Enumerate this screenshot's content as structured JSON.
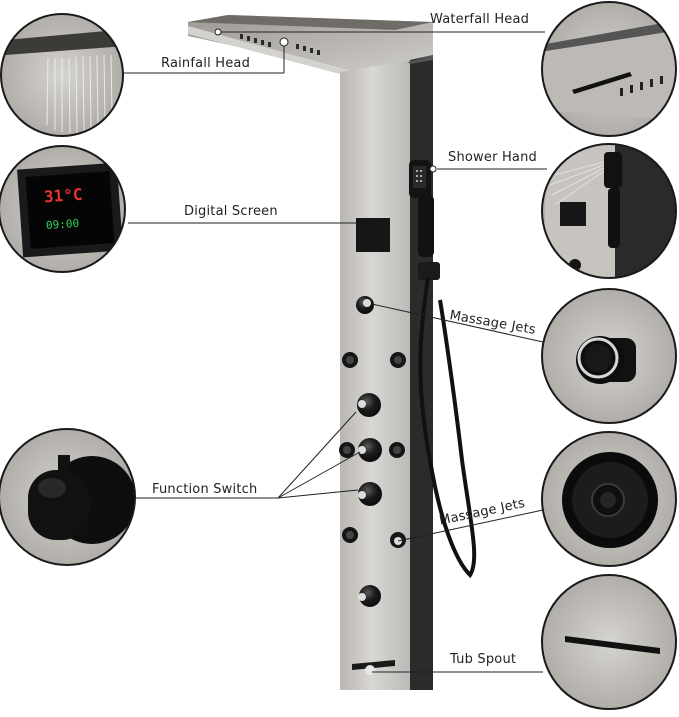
{
  "labels": {
    "waterfall_head": "Waterfall Head",
    "rainfall_head": "Rainfall Head",
    "shower_hand": "Shower Hand",
    "digital_screen": "Digital Screen",
    "massage_jets_upper": "Massage Jets",
    "function_switch": "Function Switch",
    "massage_jets_lower": "Massage Jets",
    "tub_spout": "Tub Spout"
  },
  "screen_display": {
    "temperature": "31°C",
    "time": "09:00"
  },
  "colors": {
    "panel_steel": "#c9c7c3",
    "panel_edge": "#2b2b2b",
    "knob_black": "#151515",
    "callout_ring": "#1a1a1a",
    "line": "#222222",
    "screen_red": "#e8332e",
    "screen_green": "#2fd35b"
  }
}
